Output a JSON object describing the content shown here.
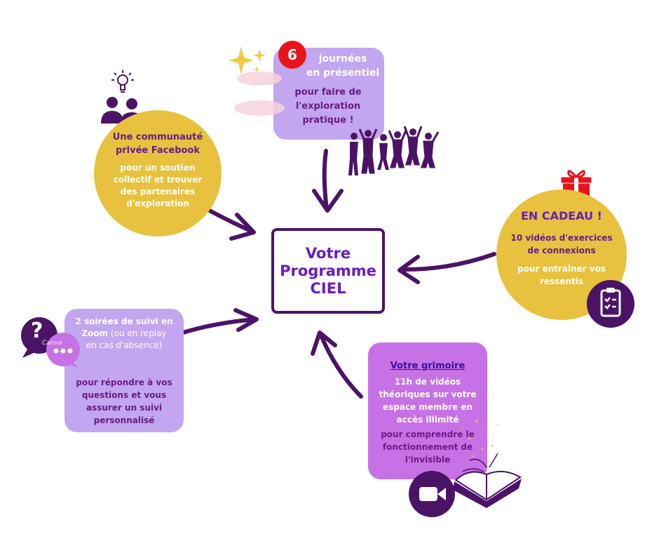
{
  "center": {
    "title": "Votre\nProgramme\nCIEL"
  },
  "facebook": {
    "heading": "Une communauté\nprivée  Facebook",
    "body": "pour un soutien\ncollectif et trouver\ndes partenaires\nd'exploration"
  },
  "journees": {
    "badge": "6",
    "heading": "journées\n en présentiel",
    "body": "pour faire de\nl'exploration\npratique !"
  },
  "cadeau": {
    "heading": "EN CADEAU !",
    "videos": "10 vidéos d'exercices\nde connexions",
    "body": "pour entraîner vos\nressentis"
  },
  "zoom": {
    "line1_bold": "2 soirées de suivi en",
    "line2_bold": "Zoom",
    "line2_normal": " (ou en replay",
    "line3_normal": "en cas d'absence)",
    "body": "pour répondre à vos\nquestions et vous\nassurer un suivi\npersonnalisé",
    "bubble_mark": "?",
    "bubble_watermark": "Canva"
  },
  "grimoire": {
    "heading": "Votre grimoire",
    "body1": "11h de vidéos\nthéoriques sur votre\nespace membre en\naccès illimité",
    "body2": "pour comprendre le\nfonctionnement de\nl'invisible"
  },
  "colors": {
    "dark_purple": "#4b1366",
    "violet": "#6a1bc0",
    "yellow": "#e8c23e",
    "lavender": "#c2a6ef",
    "magenta": "#c771e6",
    "red_badge": "#e8141c"
  },
  "icons": [
    "lightbulb-icon",
    "community-icon",
    "sparkle-icon",
    "people-jumping-icon",
    "gift-icon",
    "checklist-icon",
    "chat-question-icon",
    "video-camera-icon",
    "open-book-icon"
  ]
}
